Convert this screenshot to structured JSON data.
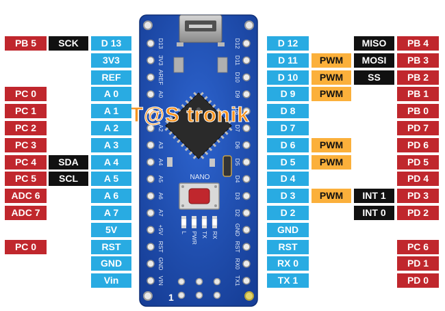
{
  "board": {
    "name_label": "NANO",
    "watermark": "T@S tronik",
    "reset_marker": "1",
    "left_header_silk": [
      "D13",
      "3V3",
      "AREF",
      "A0",
      "A1",
      "A2",
      "A3",
      "A4",
      "A5",
      "A6",
      "A7",
      "+5V",
      "RST",
      "GND",
      "VIN"
    ],
    "right_header_silk": [
      "D12",
      "D11",
      "D10",
      "D9",
      "D8",
      "D7",
      "D6",
      "D5",
      "D4",
      "D3",
      "D2",
      "GND",
      "RST",
      "RX0",
      "TX1"
    ],
    "led_labels": [
      "L",
      "PWR",
      "TX",
      "RX"
    ]
  },
  "left_rows": [
    {
      "port": "PB 5",
      "func": "SCK",
      "pin": "D 13"
    },
    {
      "port": "",
      "func": "",
      "pin": "3V3"
    },
    {
      "port": "",
      "func": "",
      "pin": "REF"
    },
    {
      "port": "PC 0",
      "func": "",
      "pin": "A 0"
    },
    {
      "port": "PC 1",
      "func": "",
      "pin": "A 1"
    },
    {
      "port": "PC 2",
      "func": "",
      "pin": "A 2"
    },
    {
      "port": "PC 3",
      "func": "",
      "pin": "A 3"
    },
    {
      "port": "PC 4",
      "func": "SDA",
      "pin": "A 4"
    },
    {
      "port": "PC 5",
      "func": "SCL",
      "pin": "A 5"
    },
    {
      "port": "ADC 6",
      "func": "",
      "pin": "A 6"
    },
    {
      "port": "ADC 7",
      "func": "",
      "pin": "A  7"
    },
    {
      "port": "",
      "func": "",
      "pin": "5V"
    },
    {
      "port": "PC 0",
      "func": "",
      "pin": "RST"
    },
    {
      "port": "",
      "func": "",
      "pin": "GND"
    },
    {
      "port": "",
      "func": "",
      "pin": "Vin"
    }
  ],
  "right_rows": [
    {
      "pin": "D 12",
      "pwm": "",
      "func": "MISO",
      "port": "PB 4"
    },
    {
      "pin": "D 11",
      "pwm": "PWM",
      "func": "MOSI",
      "port": "PB 3"
    },
    {
      "pin": "D 10",
      "pwm": "PWM",
      "func": "SS",
      "port": "PB 2"
    },
    {
      "pin": "D 9",
      "pwm": "PWM",
      "func": "",
      "port": "PB 1"
    },
    {
      "pin": "D 8",
      "pwm": "",
      "func": "",
      "port": "PB 0"
    },
    {
      "pin": "D 7",
      "pwm": "",
      "func": "",
      "port": "PD 7"
    },
    {
      "pin": "D 6",
      "pwm": "PWM",
      "func": "",
      "port": "PD 6"
    },
    {
      "pin": "D 5",
      "pwm": "PWM",
      "func": "",
      "port": "PD 5"
    },
    {
      "pin": "D 4",
      "pwm": "",
      "func": "",
      "port": "PD 4"
    },
    {
      "pin": "D 3",
      "pwm": "PWM",
      "func": "INT 1",
      "port": "PD 3"
    },
    {
      "pin": "D 2",
      "pwm": "",
      "func": "INT 0",
      "port": "PD 2"
    },
    {
      "pin": "GND",
      "pwm": "",
      "func": "",
      "port": ""
    },
    {
      "pin": "RST",
      "pwm": "",
      "func": "",
      "port": "PC 6"
    },
    {
      "pin": "RX 0",
      "pwm": "",
      "func": "",
      "port": "PD 1"
    },
    {
      "pin": "TX 1",
      "pwm": "",
      "func": "",
      "port": "PD 0"
    }
  ],
  "colors": {
    "port": "#c0272d",
    "func": "#111111",
    "pin": "#29abe2",
    "pwm": "#fbb03b",
    "pcb": "#1f4fb0"
  }
}
